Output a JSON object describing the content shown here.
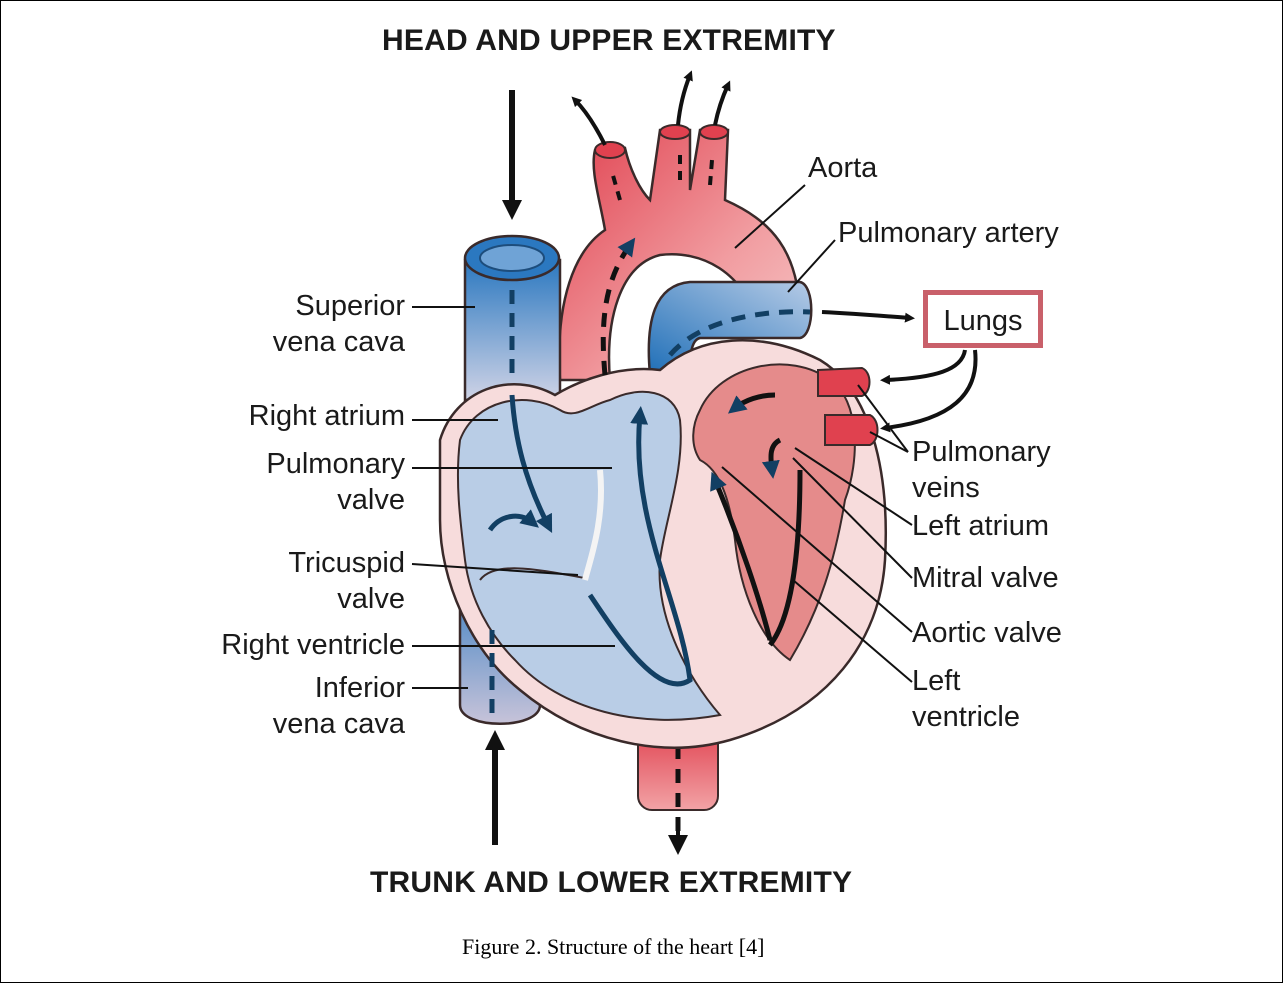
{
  "headings": {
    "top": "HEAD AND UPPER EXTREMITY",
    "bottom": "TRUNK AND LOWER EXTREMITY"
  },
  "caption": "Figure 2. Structure of the heart [4]",
  "labels_left": {
    "superior_vena_cava": [
      "Superior",
      "vena cava"
    ],
    "right_atrium": "Right atrium",
    "pulmonary_valve": [
      "Pulmonary",
      "valve"
    ],
    "tricuspid_valve": [
      "Tricuspid",
      "valve"
    ],
    "right_ventricle": "Right ventricle",
    "inferior_vena_cava": [
      "Inferior",
      "vena cava"
    ]
  },
  "labels_right": {
    "aorta": "Aorta",
    "pulmonary_artery": "Pulmonary artery",
    "lungs": "Lungs",
    "pulmonary_veins": [
      "Pulmonary",
      "veins"
    ],
    "left_atrium": "Left atrium",
    "mitral_valve": "Mitral valve",
    "aortic_valve": "Aortic valve",
    "left_ventricle": [
      "Left",
      "ventricle"
    ]
  },
  "colors": {
    "oxygenated": "#e0414f",
    "deoxygenated": "#2b78c0",
    "heart_wall": "#f7dcdc",
    "right_chamber": "#b9cde6",
    "left_chamber": "#e58b8b",
    "lungs_border": "#c9606a",
    "flow_line": "#123f63"
  }
}
